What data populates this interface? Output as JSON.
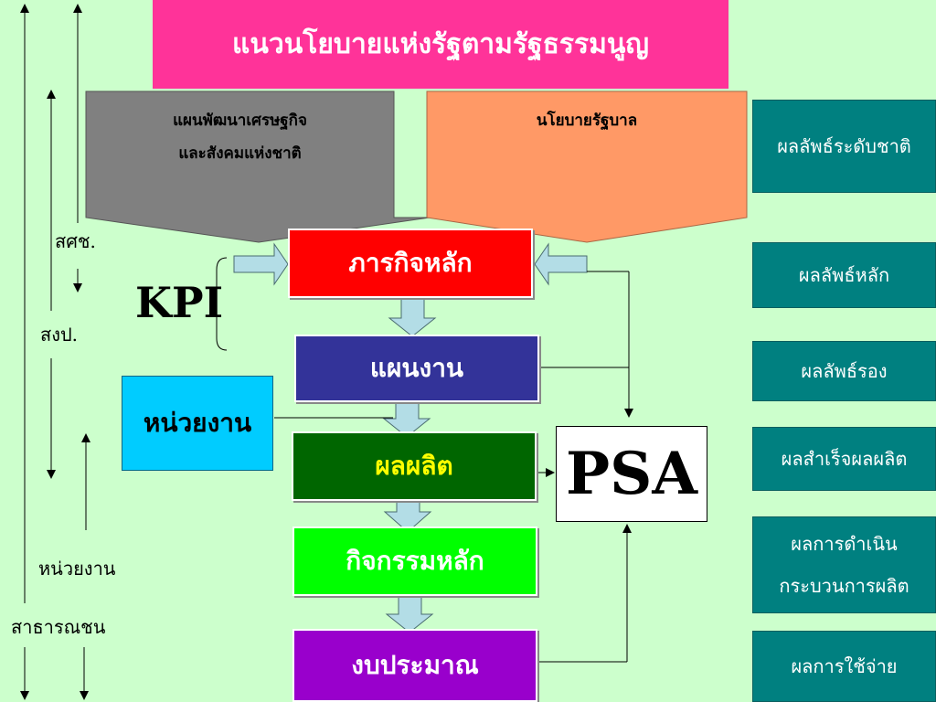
{
  "title": "แนวนโยบายแห่งรัฐตามรัฐธรรมนูญ",
  "economic_plan": {
    "line1": "แผนพัฒนาเศรษฐกิจ",
    "line2": "และสังคมแห่งชาติ"
  },
  "gov_policy": "นโยบายรัฐบาล",
  "kpi": "KPI",
  "psa": "PSA",
  "agency_box": "หน่วยงาน",
  "flow": {
    "mission": "ภารกิจหลัก",
    "plan": "แผนงาน",
    "output": "ผลผลิต",
    "activity": "กิจกรรมหลัก",
    "budget": "งบประมาณ"
  },
  "results": {
    "national": "ผลลัพธ์ระดับชาติ",
    "main": "ผลลัพธ์หลัก",
    "secondary": "ผลลัพธ์รอง",
    "output_success": "ผลสำเร็จผลผลิต",
    "process_line1": "ผลการดำเนิน",
    "process_line2": "กระบวนการผลิต",
    "spending": "ผลการใช้จ่าย"
  },
  "side_labels": {
    "nesdb": "สศช.",
    "budget_bureau": "สงป.",
    "agency": "หน่วยงาน",
    "public": "สาธารณชน"
  },
  "colors": {
    "background": "#ccffcc",
    "title": "#ff3399",
    "economic_plan": "#808080",
    "gov_policy": "#ff9966",
    "mission": "#ff0000",
    "plan": "#333399",
    "output": "#006600",
    "output_text": "#ffff00",
    "activity": "#00ff00",
    "budget": "#9900cc",
    "agency_box": "#00ccff",
    "results": "#008080",
    "connector": "#b3dde6"
  }
}
